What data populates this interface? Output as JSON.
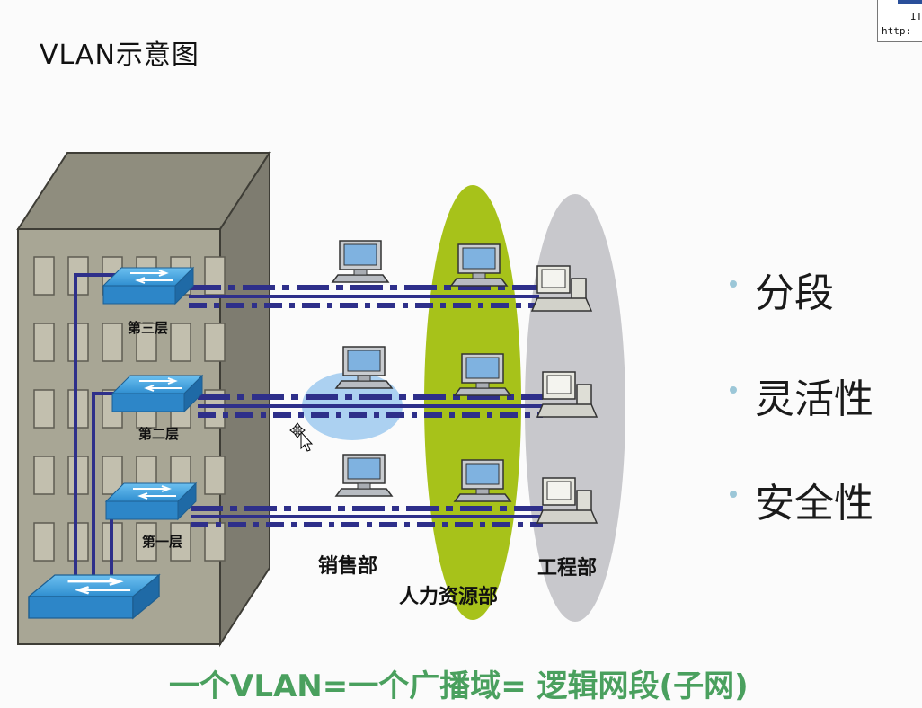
{
  "title": "VLAN示意图",
  "corner": {
    "line1": "IT",
    "line2": "http:"
  },
  "floors": [
    "第三层",
    "第二层",
    "第一层"
  ],
  "departments": {
    "sales": "销售部",
    "hr": "人力资源部",
    "engineering": "工程部"
  },
  "bullets": [
    "分段",
    "灵活性",
    "安全性"
  ],
  "formula": "一个VLAN=一个广播域= 逻辑网段(子网)",
  "colors": {
    "building_front": "#a8a695",
    "building_side": "#7e7c70",
    "switch": "#3f9ed8",
    "link": "#2e2f8a",
    "hr_ellipse": "#a7c21a",
    "engineering_ellipse": "#c8c8cc",
    "sales_highlight": "#9ec9ef",
    "formula": "#4aa05e"
  },
  "icons": [
    "building-icon",
    "switch-icon",
    "pc-icon",
    "workstation-icon",
    "move-cursor-icon"
  ]
}
